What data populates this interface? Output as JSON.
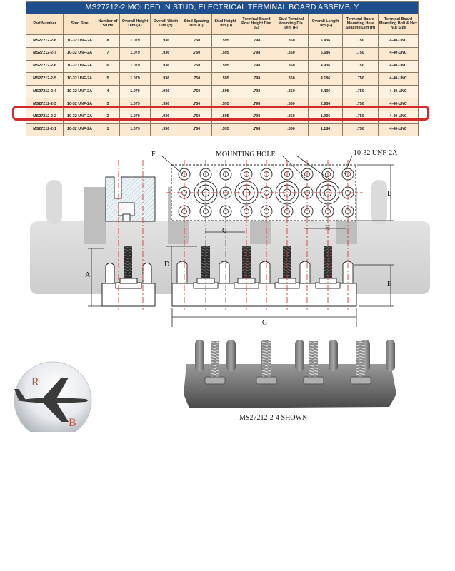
{
  "table": {
    "title": "MS27212-2     MOLDED IN STUD, ELECTRICAL TERMINAL BOARD ASSEMBLY",
    "headers": [
      "Part Number",
      "Stud Size",
      "Number of Studs",
      "Overall Height Dim (A)",
      "Overall Width Dim (B)",
      "Stud Spacing Dim (C)",
      "Stud Height Dim (D)",
      "Terminal Board Post Height Dim (E)",
      "Stud Terminal Mounting Dia. Dim (F)",
      "Overall Length Dim (G)",
      "Terminal Board Mounting Hole Spacing Dim (H)",
      "Terminal Board Mounting Bolt & Hex Nut Size"
    ],
    "rows": [
      [
        "MS27212-2-8",
        "10-32 UNF-2A",
        "8",
        "1.079",
        ".936",
        ".750",
        ".595",
        ".798",
        ".350",
        "6.436",
        ".750",
        "4-40-UNC"
      ],
      [
        "MS27212-2-7",
        "10-32 UNF-2A",
        "7",
        "1.079",
        ".936",
        ".750",
        ".595",
        ".798",
        ".350",
        "5.686",
        ".750",
        "4-40-UNC"
      ],
      [
        "MS27212-2-6",
        "10-32 UNF-2A",
        "6",
        "1.079",
        ".936",
        ".750",
        ".595",
        ".798",
        ".350",
        "4.936",
        ".750",
        "4-40-UNC"
      ],
      [
        "MS27212-2-5",
        "10-32 UNF-2A",
        "5",
        "1.079",
        ".936",
        ".750",
        ".595",
        ".798",
        ".350",
        "4.186",
        ".750",
        "4-40-UNC"
      ],
      [
        "MS27212-2-4",
        "10-32 UNF-2A",
        "4",
        "1.079",
        ".936",
        ".750",
        ".595",
        ".798",
        ".350",
        "3.436",
        ".750",
        "4-40-UNC"
      ],
      [
        "MS27212-2-3",
        "10-32 UNF-2A",
        "3",
        "1.079",
        ".936",
        ".750",
        ".595",
        ".798",
        ".350",
        "2.686",
        ".750",
        "4-40-UNC"
      ],
      [
        "MS27212-2-2",
        "10-32 UNF-2A",
        "2",
        "1.079",
        ".936",
        ".750",
        ".595",
        ".798",
        ".350",
        "1.936",
        ".750",
        "4-40-UNC"
      ],
      [
        "MS27212-2-1",
        "10-32 UNF-2A",
        "1",
        "1.079",
        ".936",
        ".750",
        ".595",
        ".798",
        ".350",
        "1.186",
        ".750",
        "4-40-UNC"
      ]
    ],
    "highlighted_part": "MS27212-2-2"
  },
  "drawing": {
    "label_f": "F",
    "label_mounting_hole": "MOUNTING HOLE",
    "label_thread": "10-32 UNF-2A",
    "label_a": "A",
    "label_b": "B",
    "label_c": "C",
    "label_d": "D",
    "label_e": "E",
    "label_g": "G",
    "label_h": "H"
  },
  "photo": {
    "caption": "MS27212-2-4 SHOWN"
  },
  "logo": {
    "letter_r": "R",
    "letter_b": "B",
    "icon": "airplane-icon"
  },
  "colors": {
    "title_bg": "#1f4e8c",
    "header_bg": "#fbe3c6",
    "row_bg": "#fdf1e0",
    "highlight": "#d32a2a",
    "centerline": "#d43a3a",
    "logo_letters": "#b4553a"
  }
}
